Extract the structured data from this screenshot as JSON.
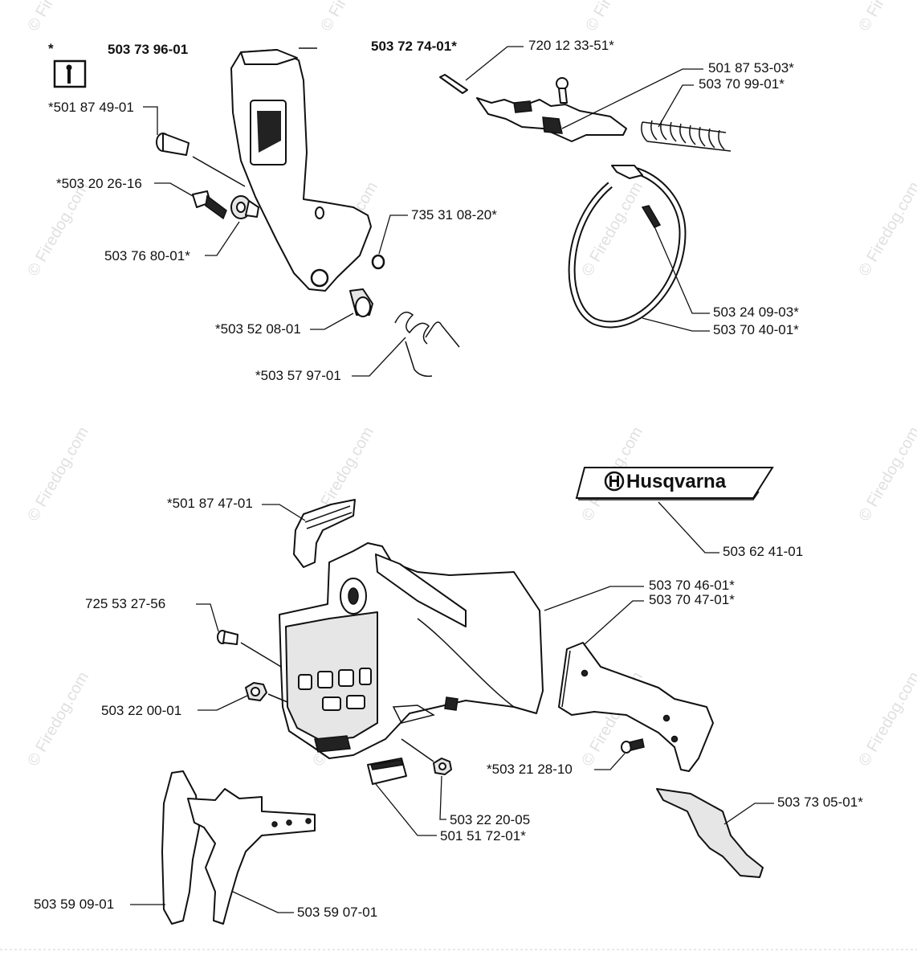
{
  "header": {
    "star": "*",
    "left_kit": "503 73 96-01",
    "right_kit": "503 72 74-01*",
    "tool_icon": "wrench-icon"
  },
  "brand": {
    "name": "Husqvarna",
    "logo_icon": "husqvarna-crown-h-icon"
  },
  "watermark": "© Firedog.com",
  "labels": {
    "p720123351": "720 12 33-51*",
    "p501875303": "501 87 53-03*",
    "p503709901": "503 70 99-01*",
    "p501874901": "*501 87 49-01",
    "p503202616": "*503 20 26-16",
    "p503768001": "503 76 80-01*",
    "p735310820": "735 31 08-20*",
    "p503520801": "*503 52 08-01",
    "p503579701": "*503 57 97-01",
    "p503240903": "503 24 09-03*",
    "p503704001": "503 70 40-01*",
    "p501874701": "*501 87 47-01",
    "p503624101": "503 62 41-01",
    "p725532756": "725 53 27-56",
    "p503704601": "503 70 46-01*",
    "p503704701": "503 70 47-01*",
    "p503220001": "503 22 00-01",
    "p503212810": "*503 21 28-10",
    "p503220205": "503 22 20-05",
    "p501517201": "501 51 72-01*",
    "p503730501": "503 73 05-01*",
    "p503590901": "503 59 09-01",
    "p503590701": "503 59 07-01"
  }
}
